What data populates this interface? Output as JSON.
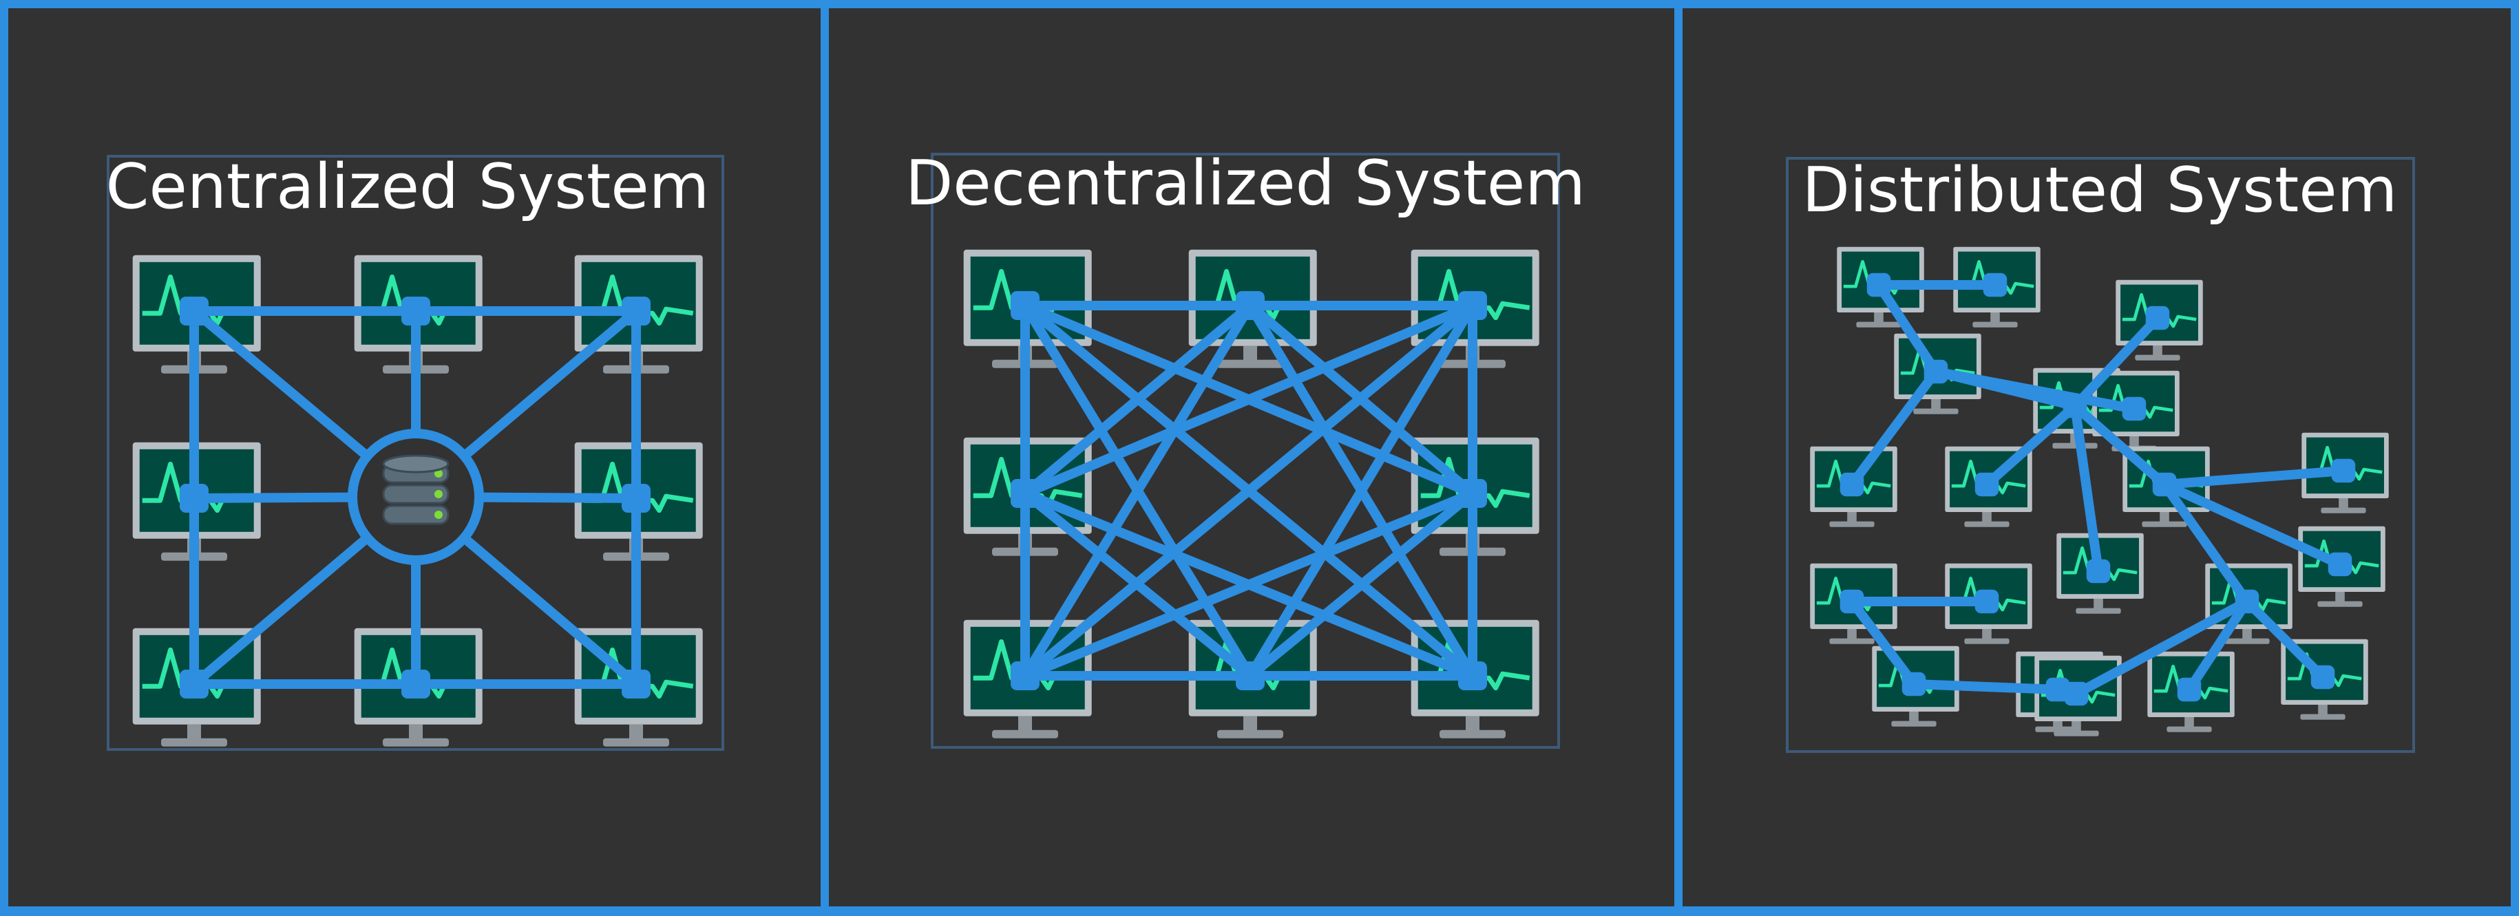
{
  "colors": {
    "border": "#2e8ee0",
    "panel_bg": "#323232",
    "frame": "#3d5a78",
    "monitor_bezel": "#b8bfc4",
    "monitor_screen": "#004a40",
    "monitor_wave": "#2ee6a6",
    "monitor_stand": "#8d959b",
    "link": "#2e8ee0",
    "server_body": "#5a6c78",
    "server_led": "#7ddc3a"
  },
  "panels": [
    {
      "title": "Centralized System",
      "nodes": [
        {
          "id": "c0"
        },
        {
          "id": "c1"
        },
        {
          "id": "c2"
        },
        {
          "id": "c3"
        },
        {
          "id": "c4"
        },
        {
          "id": "c5"
        },
        {
          "id": "c6"
        },
        {
          "id": "c7"
        }
      ],
      "hub": {
        "icon": "database-server-icon"
      },
      "links": [
        [
          "hub",
          "c0"
        ],
        [
          "hub",
          "c1"
        ],
        [
          "hub",
          "c2"
        ],
        [
          "hub",
          "c3"
        ],
        [
          "hub",
          "c4"
        ],
        [
          "hub",
          "c5"
        ],
        [
          "hub",
          "c6"
        ],
        [
          "hub",
          "c7"
        ],
        [
          "c0",
          "c1"
        ],
        [
          "c1",
          "c2"
        ],
        [
          "c5",
          "c6"
        ],
        [
          "c6",
          "c7"
        ],
        [
          "c0",
          "c3"
        ],
        [
          "c3",
          "c5"
        ],
        [
          "c2",
          "c4"
        ],
        [
          "c4",
          "c7"
        ]
      ]
    },
    {
      "title": "Decentralized System",
      "nodes": [
        {
          "id": "d0"
        },
        {
          "id": "d1"
        },
        {
          "id": "d2"
        },
        {
          "id": "d3"
        },
        {
          "id": "d4"
        },
        {
          "id": "d5"
        },
        {
          "id": "d6"
        },
        {
          "id": "d7"
        }
      ],
      "links": [
        [
          "d0",
          "d1"
        ],
        [
          "d1",
          "d2"
        ],
        [
          "d0",
          "d3"
        ],
        [
          "d3",
          "d5"
        ],
        [
          "d2",
          "d4"
        ],
        [
          "d4",
          "d7"
        ],
        [
          "d5",
          "d6"
        ],
        [
          "d6",
          "d7"
        ],
        [
          "d0",
          "d6"
        ],
        [
          "d0",
          "d7"
        ],
        [
          "d0",
          "d4"
        ],
        [
          "d1",
          "d3"
        ],
        [
          "d1",
          "d5"
        ],
        [
          "d1",
          "d4"
        ],
        [
          "d1",
          "d7"
        ],
        [
          "d2",
          "d3"
        ],
        [
          "d2",
          "d5"
        ],
        [
          "d2",
          "d6"
        ],
        [
          "d3",
          "d7"
        ],
        [
          "d4",
          "d5"
        ],
        [
          "d4",
          "d6"
        ],
        [
          "d3",
          "d6"
        ]
      ]
    },
    {
      "title": "Distributed System",
      "nodes": [
        {
          "id": "t0"
        },
        {
          "id": "t1"
        },
        {
          "id": "t2"
        },
        {
          "id": "t3"
        },
        {
          "id": "t4"
        },
        {
          "id": "t5"
        },
        {
          "id": "t6"
        },
        {
          "id": "t7"
        },
        {
          "id": "t8"
        },
        {
          "id": "t9"
        },
        {
          "id": "t10"
        },
        {
          "id": "t11"
        },
        {
          "id": "t12"
        },
        {
          "id": "t13"
        },
        {
          "id": "t14"
        },
        {
          "id": "t15"
        },
        {
          "id": "t16"
        },
        {
          "id": "t17"
        },
        {
          "id": "t18"
        },
        {
          "id": "t19"
        }
      ],
      "links": [
        [
          "t0",
          "t1"
        ],
        [
          "t0",
          "t3"
        ],
        [
          "t3",
          "t5"
        ],
        [
          "t3",
          "t6"
        ],
        [
          "t3",
          "t4"
        ],
        [
          "t4",
          "t2"
        ],
        [
          "t4",
          "t7"
        ],
        [
          "t4",
          "t8"
        ],
        [
          "t4",
          "t10"
        ],
        [
          "t8",
          "t9"
        ],
        [
          "t8",
          "t12"
        ],
        [
          "t12",
          "t17"
        ],
        [
          "t12",
          "t18"
        ],
        [
          "t12",
          "t19"
        ],
        [
          "t11",
          "t13"
        ],
        [
          "t11",
          "t14"
        ],
        [
          "t14",
          "t15"
        ],
        [
          "t8",
          "t16"
        ]
      ]
    }
  ]
}
